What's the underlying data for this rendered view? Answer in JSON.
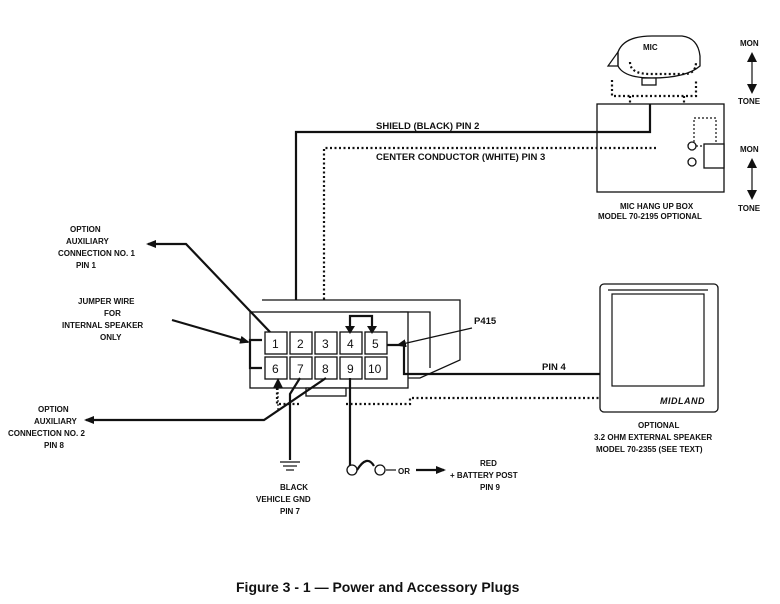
{
  "caption": "Figure 3 - 1 — Power and Accessory Plugs",
  "mic": {
    "label": "MIC",
    "mon_top": "MON",
    "tone_top": "TONE",
    "mon_bottom": "MON",
    "tone_bottom": "TONE",
    "hangup_line1": "MIC HANG UP BOX",
    "hangup_line2": "MODEL 70-2195 OPTIONAL"
  },
  "wires": {
    "shield": "SHIELD (BLACK)  PIN 2",
    "center": "CENTER CONDUCTOR (WHITE)  PIN 3",
    "pin4": "PIN 4"
  },
  "aux1": [
    "OPTION",
    "AUXILIARY",
    "CONNECTION NO. 1",
    "PIN 1"
  ],
  "jumper": [
    "JUMPER WIRE",
    "FOR",
    "INTERNAL SPEAKER",
    "ONLY"
  ],
  "aux2": [
    "OPTION",
    "AUXILIARY",
    "CONNECTION NO. 2",
    "PIN 8"
  ],
  "ground": [
    "BLACK",
    "VEHICLE GND",
    "PIN 7"
  ],
  "battery": {
    "or": "OR",
    "lines": [
      "RED",
      "+ BATTERY POST",
      "PIN 9"
    ]
  },
  "connector_label": "P415",
  "pins": [
    "1",
    "2",
    "3",
    "4",
    "5",
    "6",
    "7",
    "8",
    "9",
    "10"
  ],
  "speaker": {
    "brand": "MIDLAND",
    "lines": [
      "OPTIONAL",
      "3.2 OHM EXTERNAL SPEAKER",
      "MODEL 70-2355 (SEE TEXT)"
    ]
  }
}
